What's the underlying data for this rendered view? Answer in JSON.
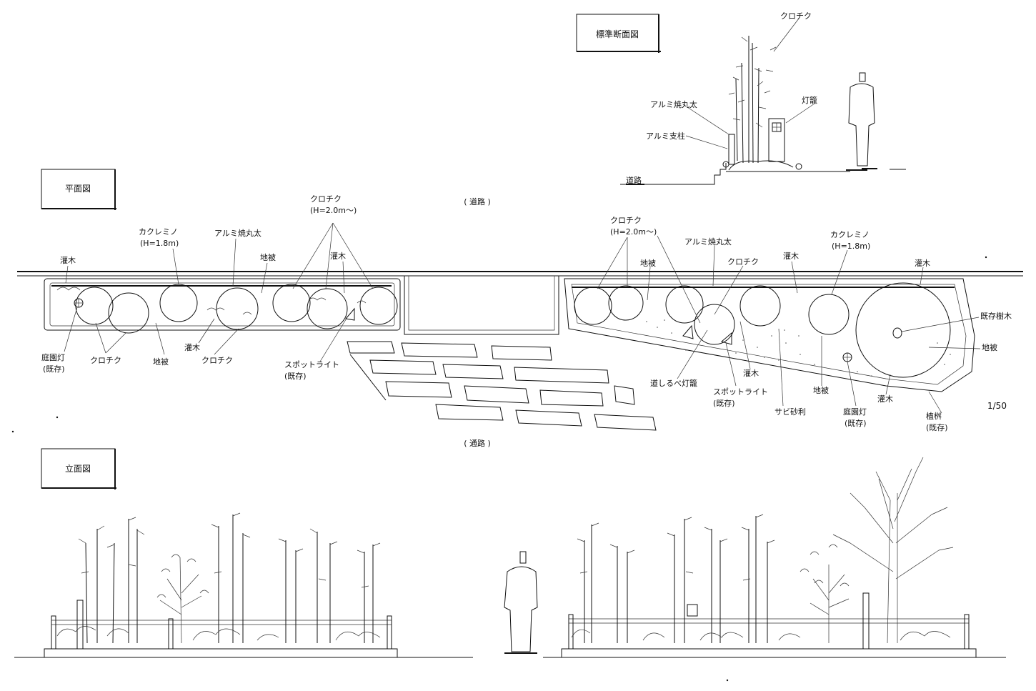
{
  "titles": {
    "section": "標準断面図",
    "plan": "平面図",
    "elevation": "立面図"
  },
  "scale": "1/50",
  "section_labels": {
    "kurochiku": "クロチク",
    "lantern": "灯籠",
    "alum_log": "アルミ焼丸太",
    "alum_post": "アルミ支柱",
    "road": "道路"
  },
  "plan_labels": {
    "road_top": "( 道路 )",
    "passage_bottom": "( 通路 )",
    "left": {
      "shrub_a": "灌木",
      "kakuremino": "カクレミノ",
      "kakuremino_h": "(H=1.8m)",
      "alum_log": "アルミ焼丸太",
      "ground_a": "地被",
      "kurochiku_top": "クロチク",
      "kurochiku_top_h": "(H=2.0m～)",
      "shrub_b": "灌木",
      "garden_light": "庭園灯",
      "garden_light_note": "(既存)",
      "kurochiku_a": "クロチク",
      "ground_b": "地被",
      "shrub_c": "灌木",
      "kurochiku_b": "クロチク",
      "spotlight": "スポットライト",
      "spotlight_note": "(既存)"
    },
    "right": {
      "kurochiku_top": "クロチク",
      "kurochiku_top_h": "(H=2.0m～)",
      "ground_a": "地被",
      "alum_log": "アルミ焼丸太",
      "kurochiku_b": "クロチク",
      "shrub_a": "灌木",
      "kakuremino": "カクレミノ",
      "kakuremino_h": "(H=1.8m)",
      "shrub_b": "灌木",
      "existing_tree": "既存樹木",
      "ground_b": "地被",
      "guide_lantern": "道しるべ灯籠",
      "shrub_c": "灌木",
      "spotlight": "スポットライト",
      "spotlight_note": "(既存)",
      "ground_c": "地被",
      "gravel": "サビ砂利",
      "garden_light": "庭園灯",
      "garden_light_note": "(既存)",
      "shrub_d": "灌木",
      "hedge": "植桝",
      "hedge_note": "(既存)"
    }
  }
}
